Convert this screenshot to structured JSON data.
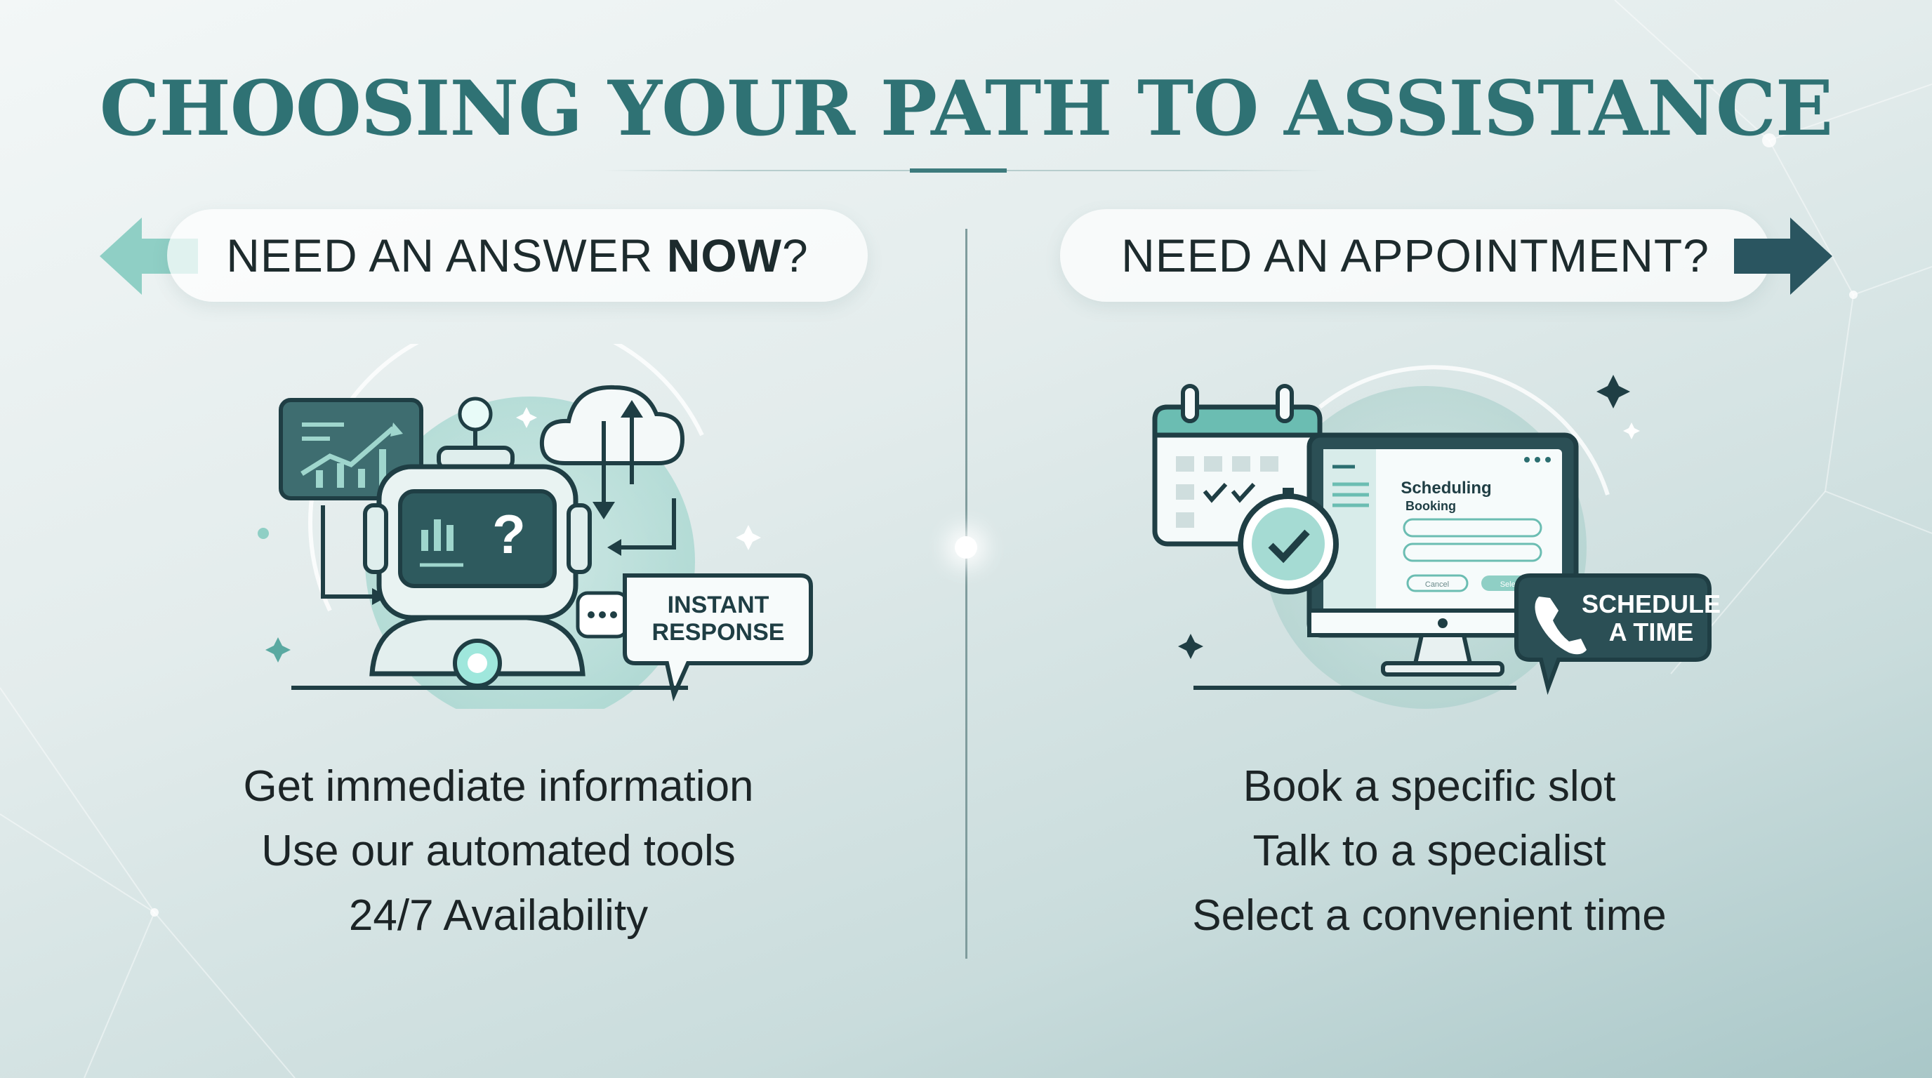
{
  "title": "CHOOSING YOUR PATH TO ASSISTANCE",
  "left": {
    "heading_main": "NEED AN ANSWER ",
    "heading_emphasis": "NOW",
    "heading_end": "?",
    "badge_line1": "INSTANT",
    "badge_line2": "RESPONSE",
    "bullets": [
      "Get immediate information",
      "Use our automated tools",
      "24/7 Availability"
    ]
  },
  "right": {
    "heading": "NEED AN APPOINTMENT?",
    "screen_title": "Scheduling",
    "screen_subtitle": "Booking",
    "screen_button_left": "Cancel",
    "screen_button_right": "Select",
    "badge_line1": "SCHEDULE",
    "badge_line2": "A TIME",
    "bullets": [
      "Book a specific slot",
      "Talk to a specialist",
      "Select a convenient time"
    ]
  },
  "icons": {
    "left_arrow": "arrow-left-icon",
    "right_arrow": "arrow-right-icon",
    "robot": "robot-icon",
    "chart": "chart-icon",
    "cloud": "cloud-sync-icon",
    "chat": "chat-bubble-icon",
    "calendar": "calendar-icon",
    "clock": "clock-check-icon",
    "monitor": "monitor-icon",
    "phone": "phone-icon"
  },
  "colors": {
    "title": "#2f7274",
    "accent_light": "#86c9c0",
    "accent_dark": "#2a5560",
    "ink": "#1c2426"
  }
}
